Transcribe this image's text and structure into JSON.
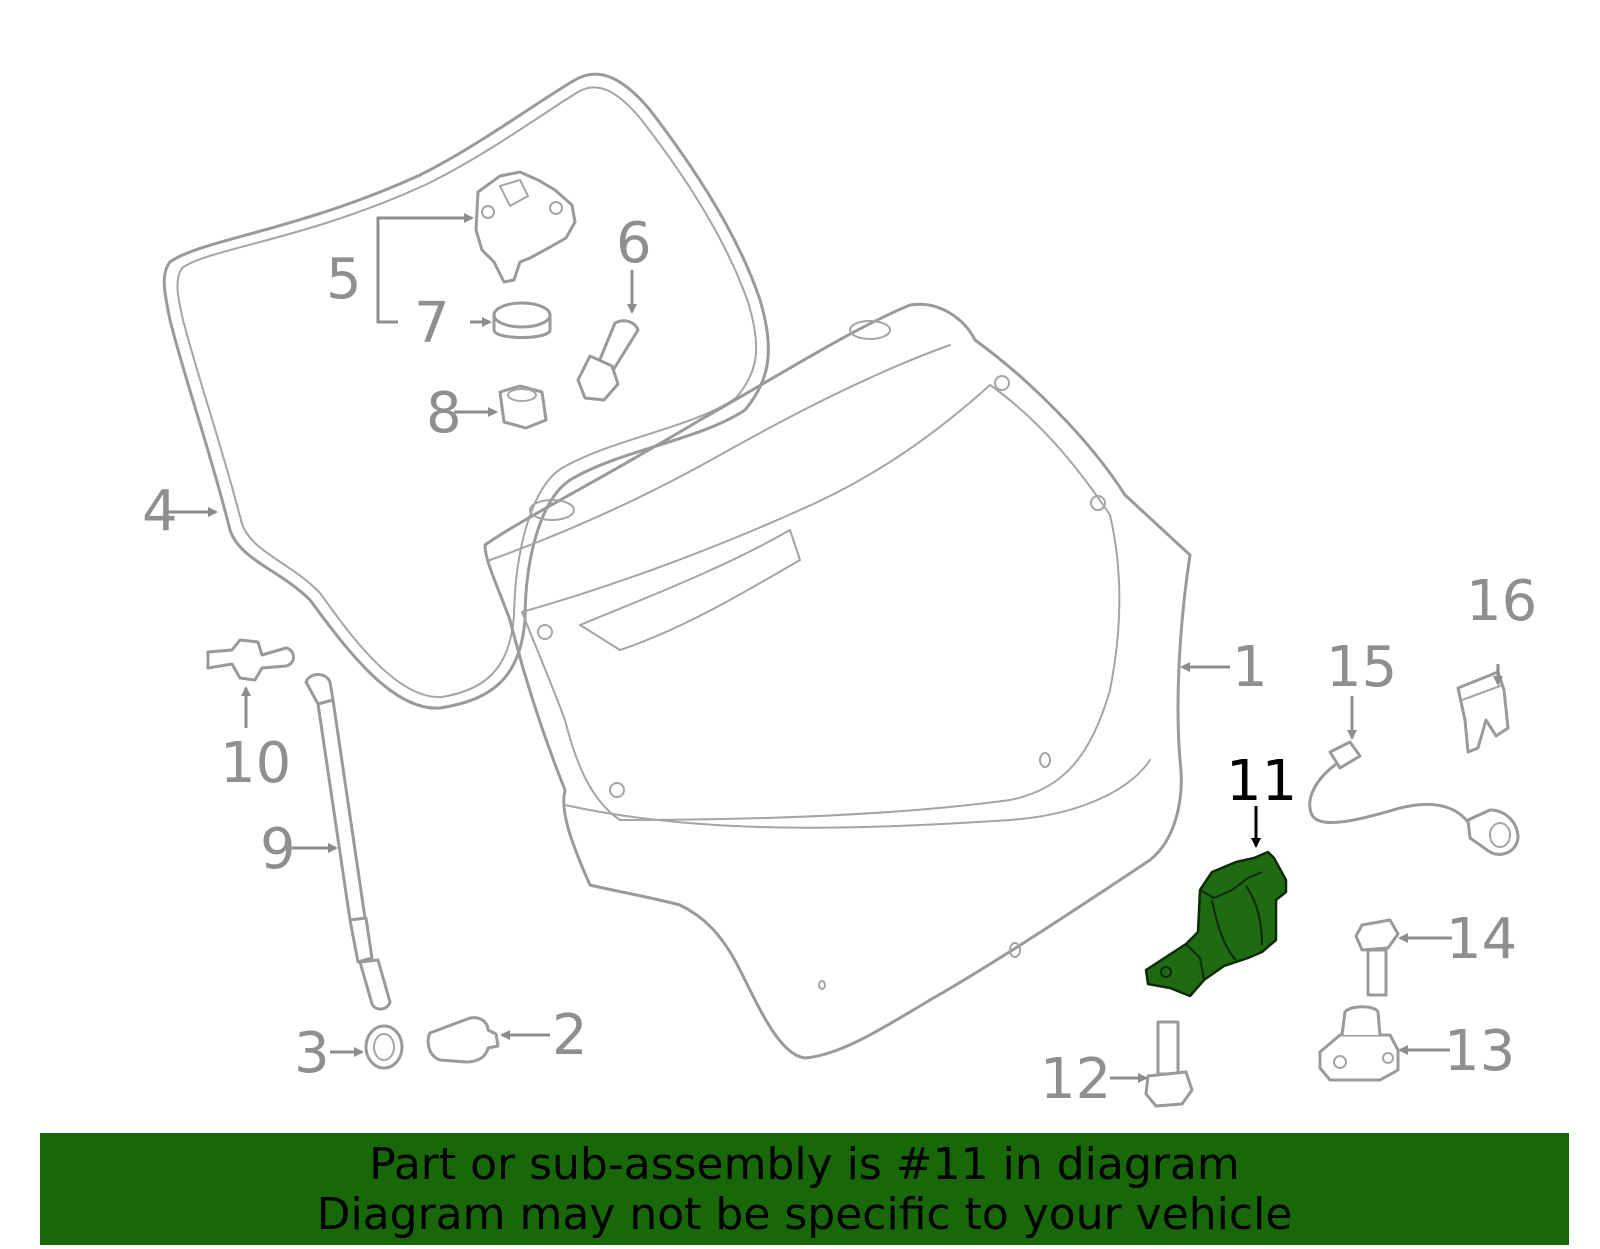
{
  "highlight_color": "#1f6b12",
  "banner_color": "#18680a",
  "callouts": {
    "p1": "1",
    "p2": "2",
    "p3": "3",
    "p4": "4",
    "p5": "5",
    "p6": "6",
    "p7": "7",
    "p8": "8",
    "p9": "9",
    "p10": "10",
    "p11": "11",
    "p12": "12",
    "p13": "13",
    "p14": "14",
    "p15": "15",
    "p16": "16"
  },
  "highlighted_part": "11",
  "banner": {
    "line1": "Part or sub-assembly is #11 in diagram",
    "line2": "Diagram may not be specific to your vehicle"
  }
}
